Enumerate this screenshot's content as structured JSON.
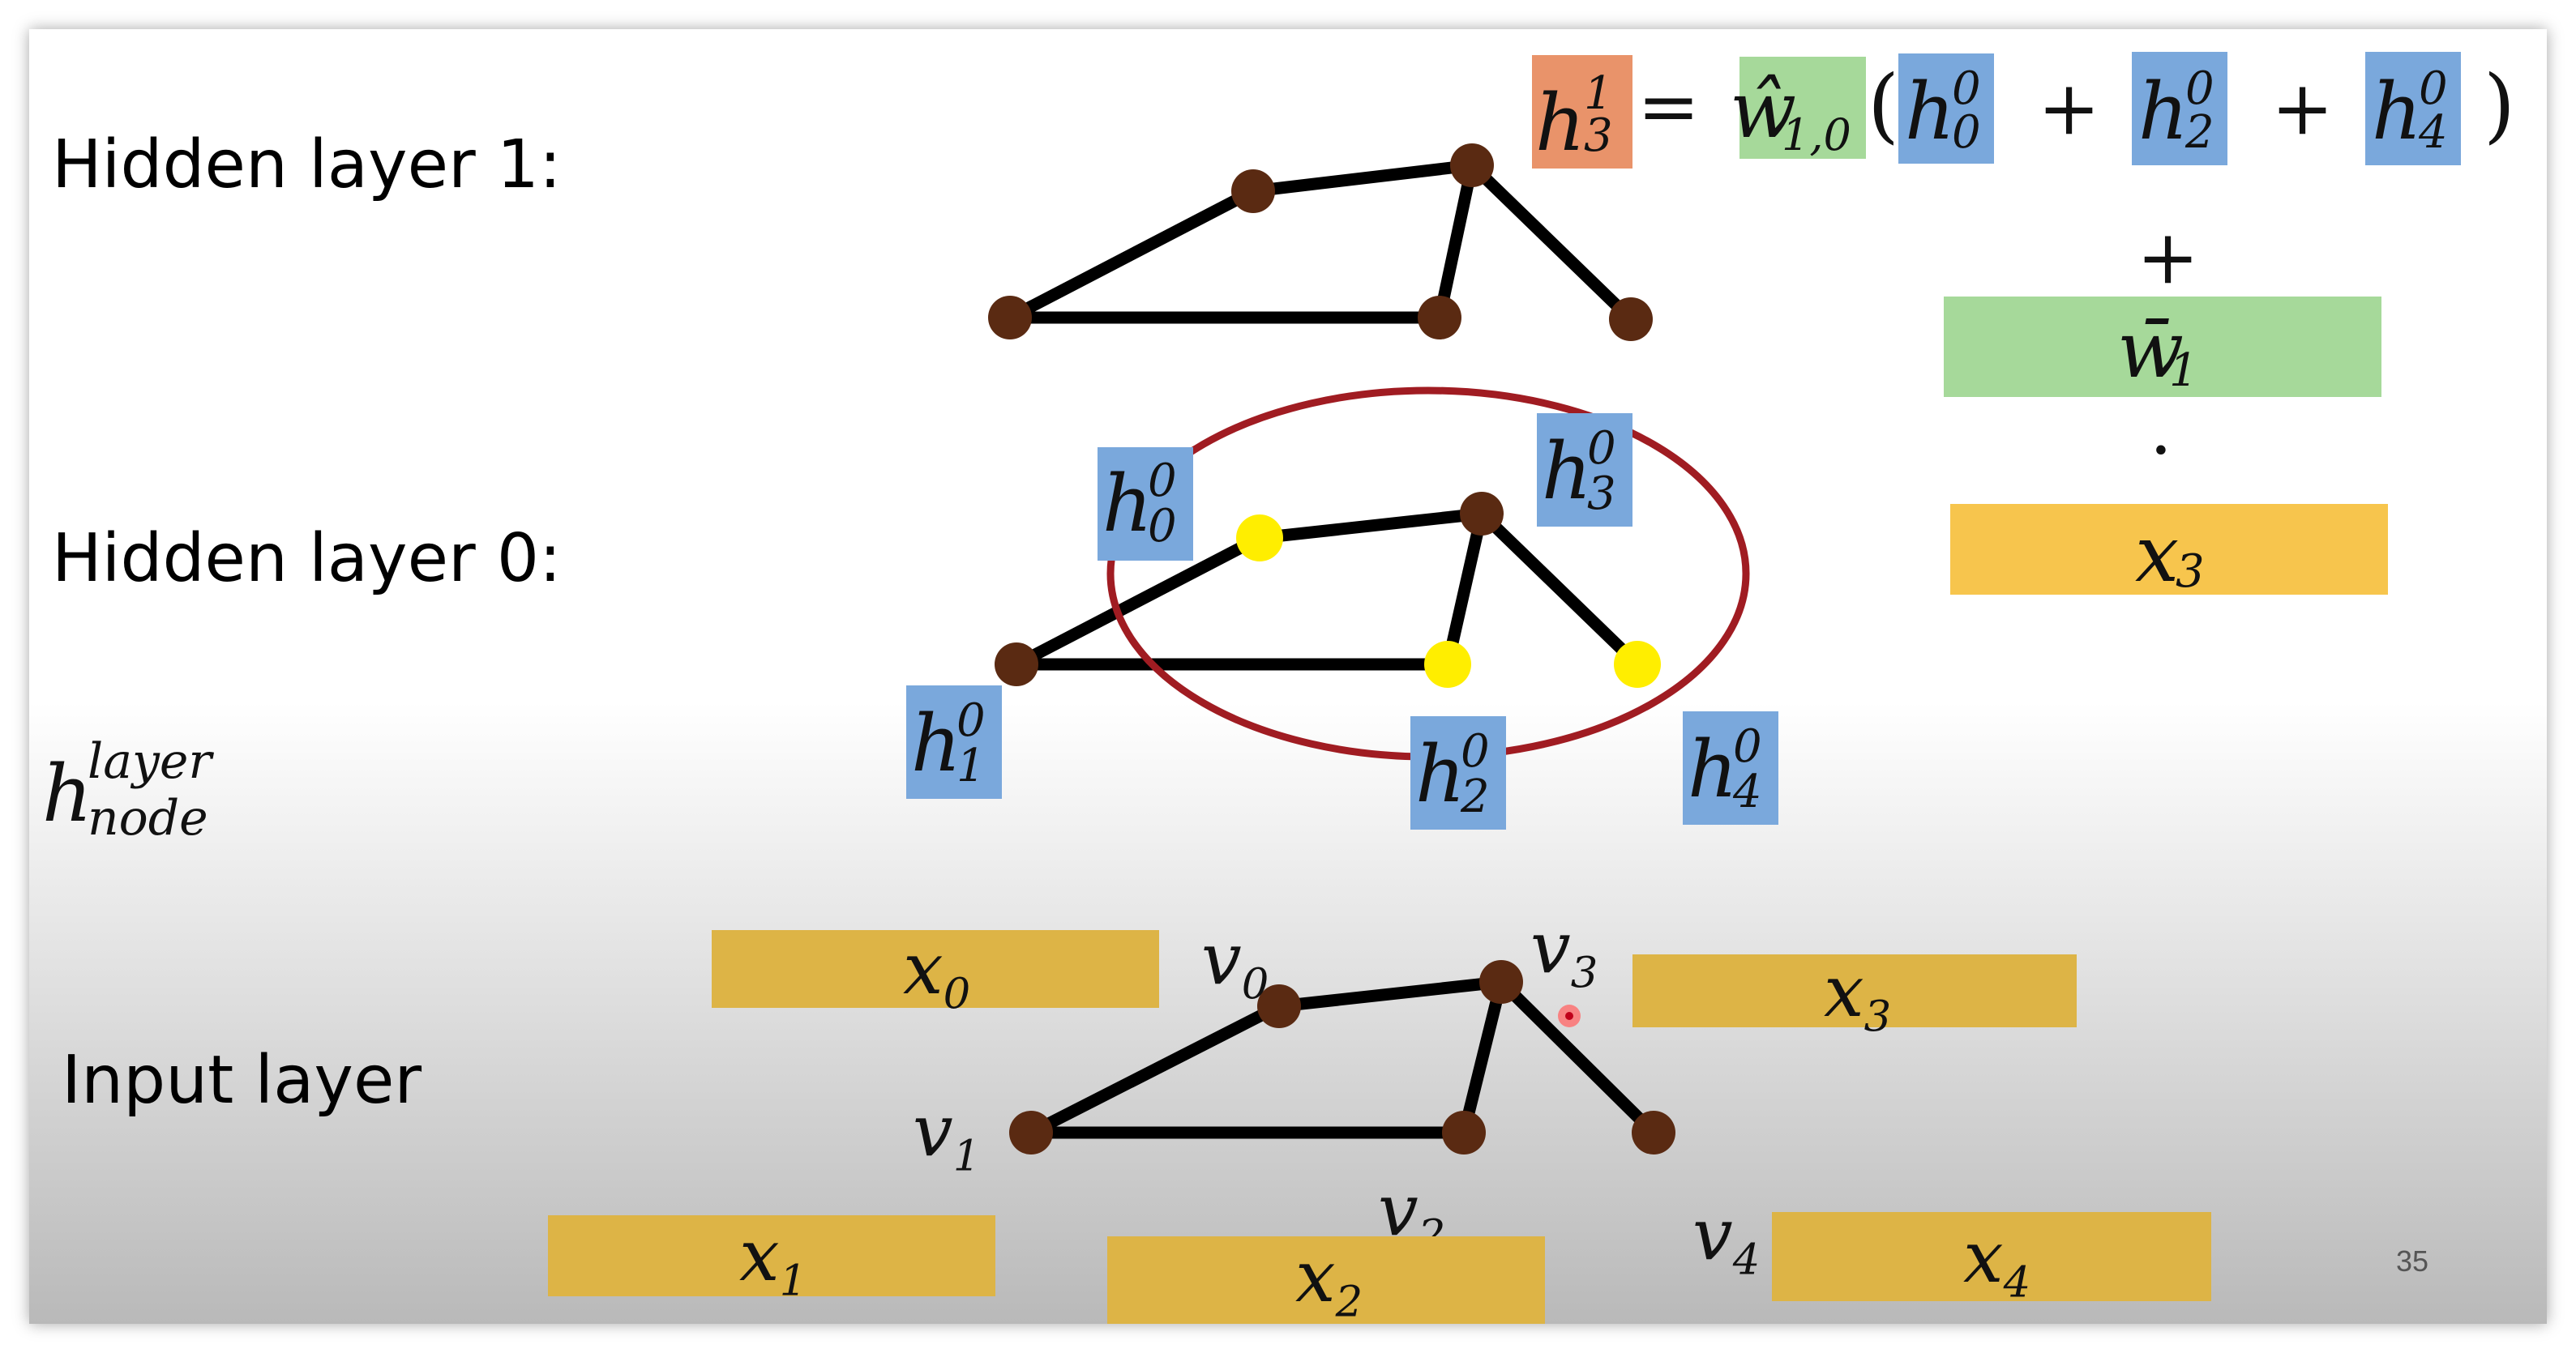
{
  "labels": {
    "hidden1": "Hidden layer 1:",
    "hidden0": "Hidden layer 0:",
    "input": "Input layer"
  },
  "notation": {
    "base": "h",
    "superscript": "layer",
    "subscript": "node"
  },
  "equation": {
    "lhs_base": "h",
    "lhs_sup": "1",
    "lhs_sub": "3",
    "equals": "=",
    "weight_hat_base": "ŵ",
    "weight_hat_sub": "1,0",
    "open_paren": "(",
    "terms": [
      {
        "base": "h",
        "sup": "0",
        "sub": "0"
      },
      {
        "base": "h",
        "sup": "0",
        "sub": "2"
      },
      {
        "base": "h",
        "sup": "0",
        "sub": "4"
      }
    ],
    "plus": "+",
    "close_paren": ")",
    "big_plus": "+",
    "weight_bar_base": "w̄",
    "weight_bar_sub": "1",
    "dot": "·",
    "x_base": "x",
    "x_sub": "3"
  },
  "hidden0_nodes": [
    {
      "base": "h",
      "sup": "0",
      "sub": "0"
    },
    {
      "base": "h",
      "sup": "0",
      "sub": "1"
    },
    {
      "base": "h",
      "sup": "0",
      "sub": "2"
    },
    {
      "base": "h",
      "sup": "0",
      "sub": "3"
    },
    {
      "base": "h",
      "sup": "0",
      "sub": "4"
    }
  ],
  "input_vertices": [
    {
      "base": "v",
      "sub": "0"
    },
    {
      "base": "v",
      "sub": "1"
    },
    {
      "base": "v",
      "sub": "2"
    },
    {
      "base": "v",
      "sub": "3"
    },
    {
      "base": "v",
      "sub": "4"
    }
  ],
  "input_features": [
    {
      "base": "x",
      "sub": "0"
    },
    {
      "base": "x",
      "sub": "1"
    },
    {
      "base": "x",
      "sub": "2"
    },
    {
      "base": "x",
      "sub": "3"
    },
    {
      "base": "x",
      "sub": "4"
    }
  ],
  "page_number": "35",
  "colors": {
    "node": "#5a2a12",
    "highlight_node": "#ffee00",
    "edge": "#000000",
    "ellipse": "#a01c22",
    "blue_box": "#7aa8dc",
    "orange_box": "#e9936a",
    "green_box": "#a6d99a",
    "yellow_box": "#f7c54d",
    "gold_box": "#ddb446"
  }
}
